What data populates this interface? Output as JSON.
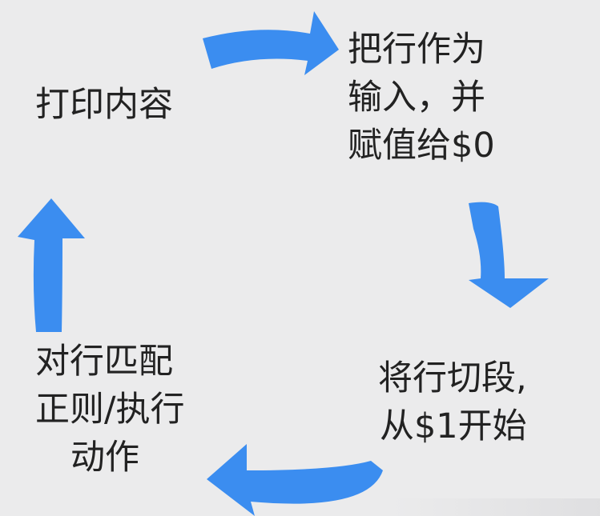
{
  "diagram": {
    "arrow_color": "#3b8df0",
    "background": "#ebebec",
    "text_color": "#222222",
    "nodes": {
      "print": {
        "lines": [
          "打印内容"
        ]
      },
      "input": {
        "lines": [
          "把行作为",
          "输入，并",
          "赋值给$0"
        ]
      },
      "split": {
        "lines": [
          "将行切段,",
          "从$1开始"
        ]
      },
      "match": {
        "lines": [
          "对行匹配",
          "正则/执行",
          "动作"
        ]
      }
    },
    "edges": [
      {
        "from": "print",
        "to": "input"
      },
      {
        "from": "input",
        "to": "split"
      },
      {
        "from": "split",
        "to": "match"
      },
      {
        "from": "match",
        "to": "print"
      }
    ]
  }
}
